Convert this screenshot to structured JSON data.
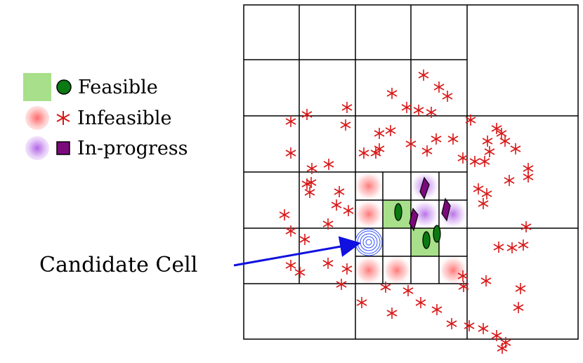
{
  "legend": {
    "feasible_label": "Feasible",
    "infeasible_label": "Infeasible",
    "inprogress_label": "In-progress"
  },
  "callout": {
    "label": "Candidate Cell"
  },
  "colors": {
    "feasible_fill": "#a8df8a",
    "feasible_symbol": "#0a7a12",
    "infeasible": "#d81818",
    "inprogress": "#7b0a7b",
    "inprogress_blur": "#b060e0",
    "infeasible_blur": "#ff5a5a",
    "arrow": "#1010e0",
    "spiral": "#3050ff",
    "grid": "#000000"
  }
}
